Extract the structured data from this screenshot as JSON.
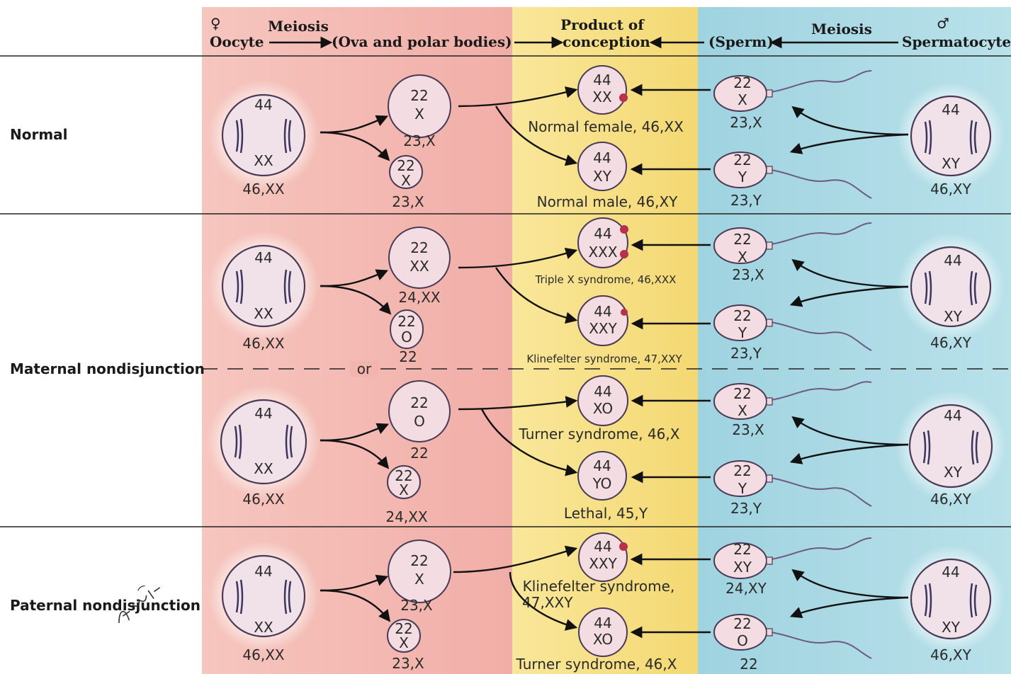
{
  "headers": {
    "female_symbol": "♀",
    "male_symbol": "♂",
    "oocyte": "Oocyte",
    "meiosis_left": "Meiosis",
    "ova": "(Ova and polar bodies)",
    "product_line1": "Product of",
    "product_line2": "conception",
    "sperm": "(Sperm)",
    "meiosis_right": "Meiosis",
    "spermatocyte": "Spermatocyte"
  },
  "rows": {
    "normal": "Normal",
    "maternal": "Maternal nondisjunction",
    "paternal": "Paternal nondisjunction",
    "or": "or"
  },
  "oocytes": [
    {
      "top": "44",
      "bottom": "XX",
      "caption": "46,XX"
    },
    {
      "top": "44",
      "bottom": "XX",
      "caption": "46,XX"
    },
    {
      "top": "44",
      "bottom": "XX",
      "caption": "46,XX"
    },
    {
      "top": "44",
      "bottom": "XX",
      "caption": "46,XX"
    }
  ],
  "ova": [
    {
      "top": "22",
      "bottom": "X",
      "caption": "23,X"
    },
    {
      "top": "22",
      "bottom": "X",
      "caption": "23,X"
    },
    {
      "top": "22",
      "bottom": "XX",
      "caption": "24,XX"
    },
    {
      "top": "22",
      "bottom": "O",
      "caption": "22"
    },
    {
      "top": "22",
      "bottom": "O",
      "caption": "22"
    },
    {
      "top": "22",
      "bottom": "X",
      "caption": "24,XX"
    },
    {
      "top": "22",
      "bottom": "X",
      "caption": "23,X"
    },
    {
      "top": "22",
      "bottom": "X",
      "caption": "23,X"
    }
  ],
  "products": [
    {
      "top": "44",
      "bottom": "XX",
      "caption": "Normal female, 46,XX"
    },
    {
      "top": "44",
      "bottom": "XY",
      "caption": "Normal male, 46,XY"
    },
    {
      "top": "44",
      "bottom": "XXX",
      "caption": "Triple X syndrome, 46,XXX"
    },
    {
      "top": "44",
      "bottom": "XXY",
      "caption": "Klinefelter syndrome, 47,XXY"
    },
    {
      "top": "44",
      "bottom": "XO",
      "caption": "Turner syndrome, 46,X"
    },
    {
      "top": "44",
      "bottom": "YO",
      "caption": "Lethal, 45,Y"
    },
    {
      "top": "44",
      "bottom": "XXY",
      "caption": "Klinefelter syndrome,",
      "caption2": "47,XXY"
    },
    {
      "top": "44",
      "bottom": "XO",
      "caption": "Turner syndrome, 46,X"
    }
  ],
  "sperm": [
    {
      "top": "22",
      "bottom": "X",
      "caption": "23,X"
    },
    {
      "top": "22",
      "bottom": "Y",
      "caption": "23,Y"
    },
    {
      "top": "22",
      "bottom": "X",
      "caption": "23,X"
    },
    {
      "top": "22",
      "bottom": "Y",
      "caption": "23,Y"
    },
    {
      "top": "22",
      "bottom": "X",
      "caption": "23,X"
    },
    {
      "top": "22",
      "bottom": "Y",
      "caption": "23,Y"
    },
    {
      "top": "22",
      "bottom": "XY",
      "caption": "24,XY"
    },
    {
      "top": "22",
      "bottom": "O",
      "caption": "22"
    }
  ],
  "spermatocytes": [
    {
      "top": "44",
      "bottom": "XY",
      "caption": "46,XY"
    },
    {
      "top": "44",
      "bottom": "XY",
      "caption": "46,XY"
    },
    {
      "top": "44",
      "bottom": "XY",
      "caption": "46,XY"
    },
    {
      "top": "44",
      "bottom": "XY",
      "caption": "46,XY"
    }
  ],
  "signature": "F. Netter M.D.",
  "colors": {
    "female_panel": "#f4b8b0",
    "product_panel": "#f7e08a",
    "male_panel": "#a8d8e4"
  }
}
